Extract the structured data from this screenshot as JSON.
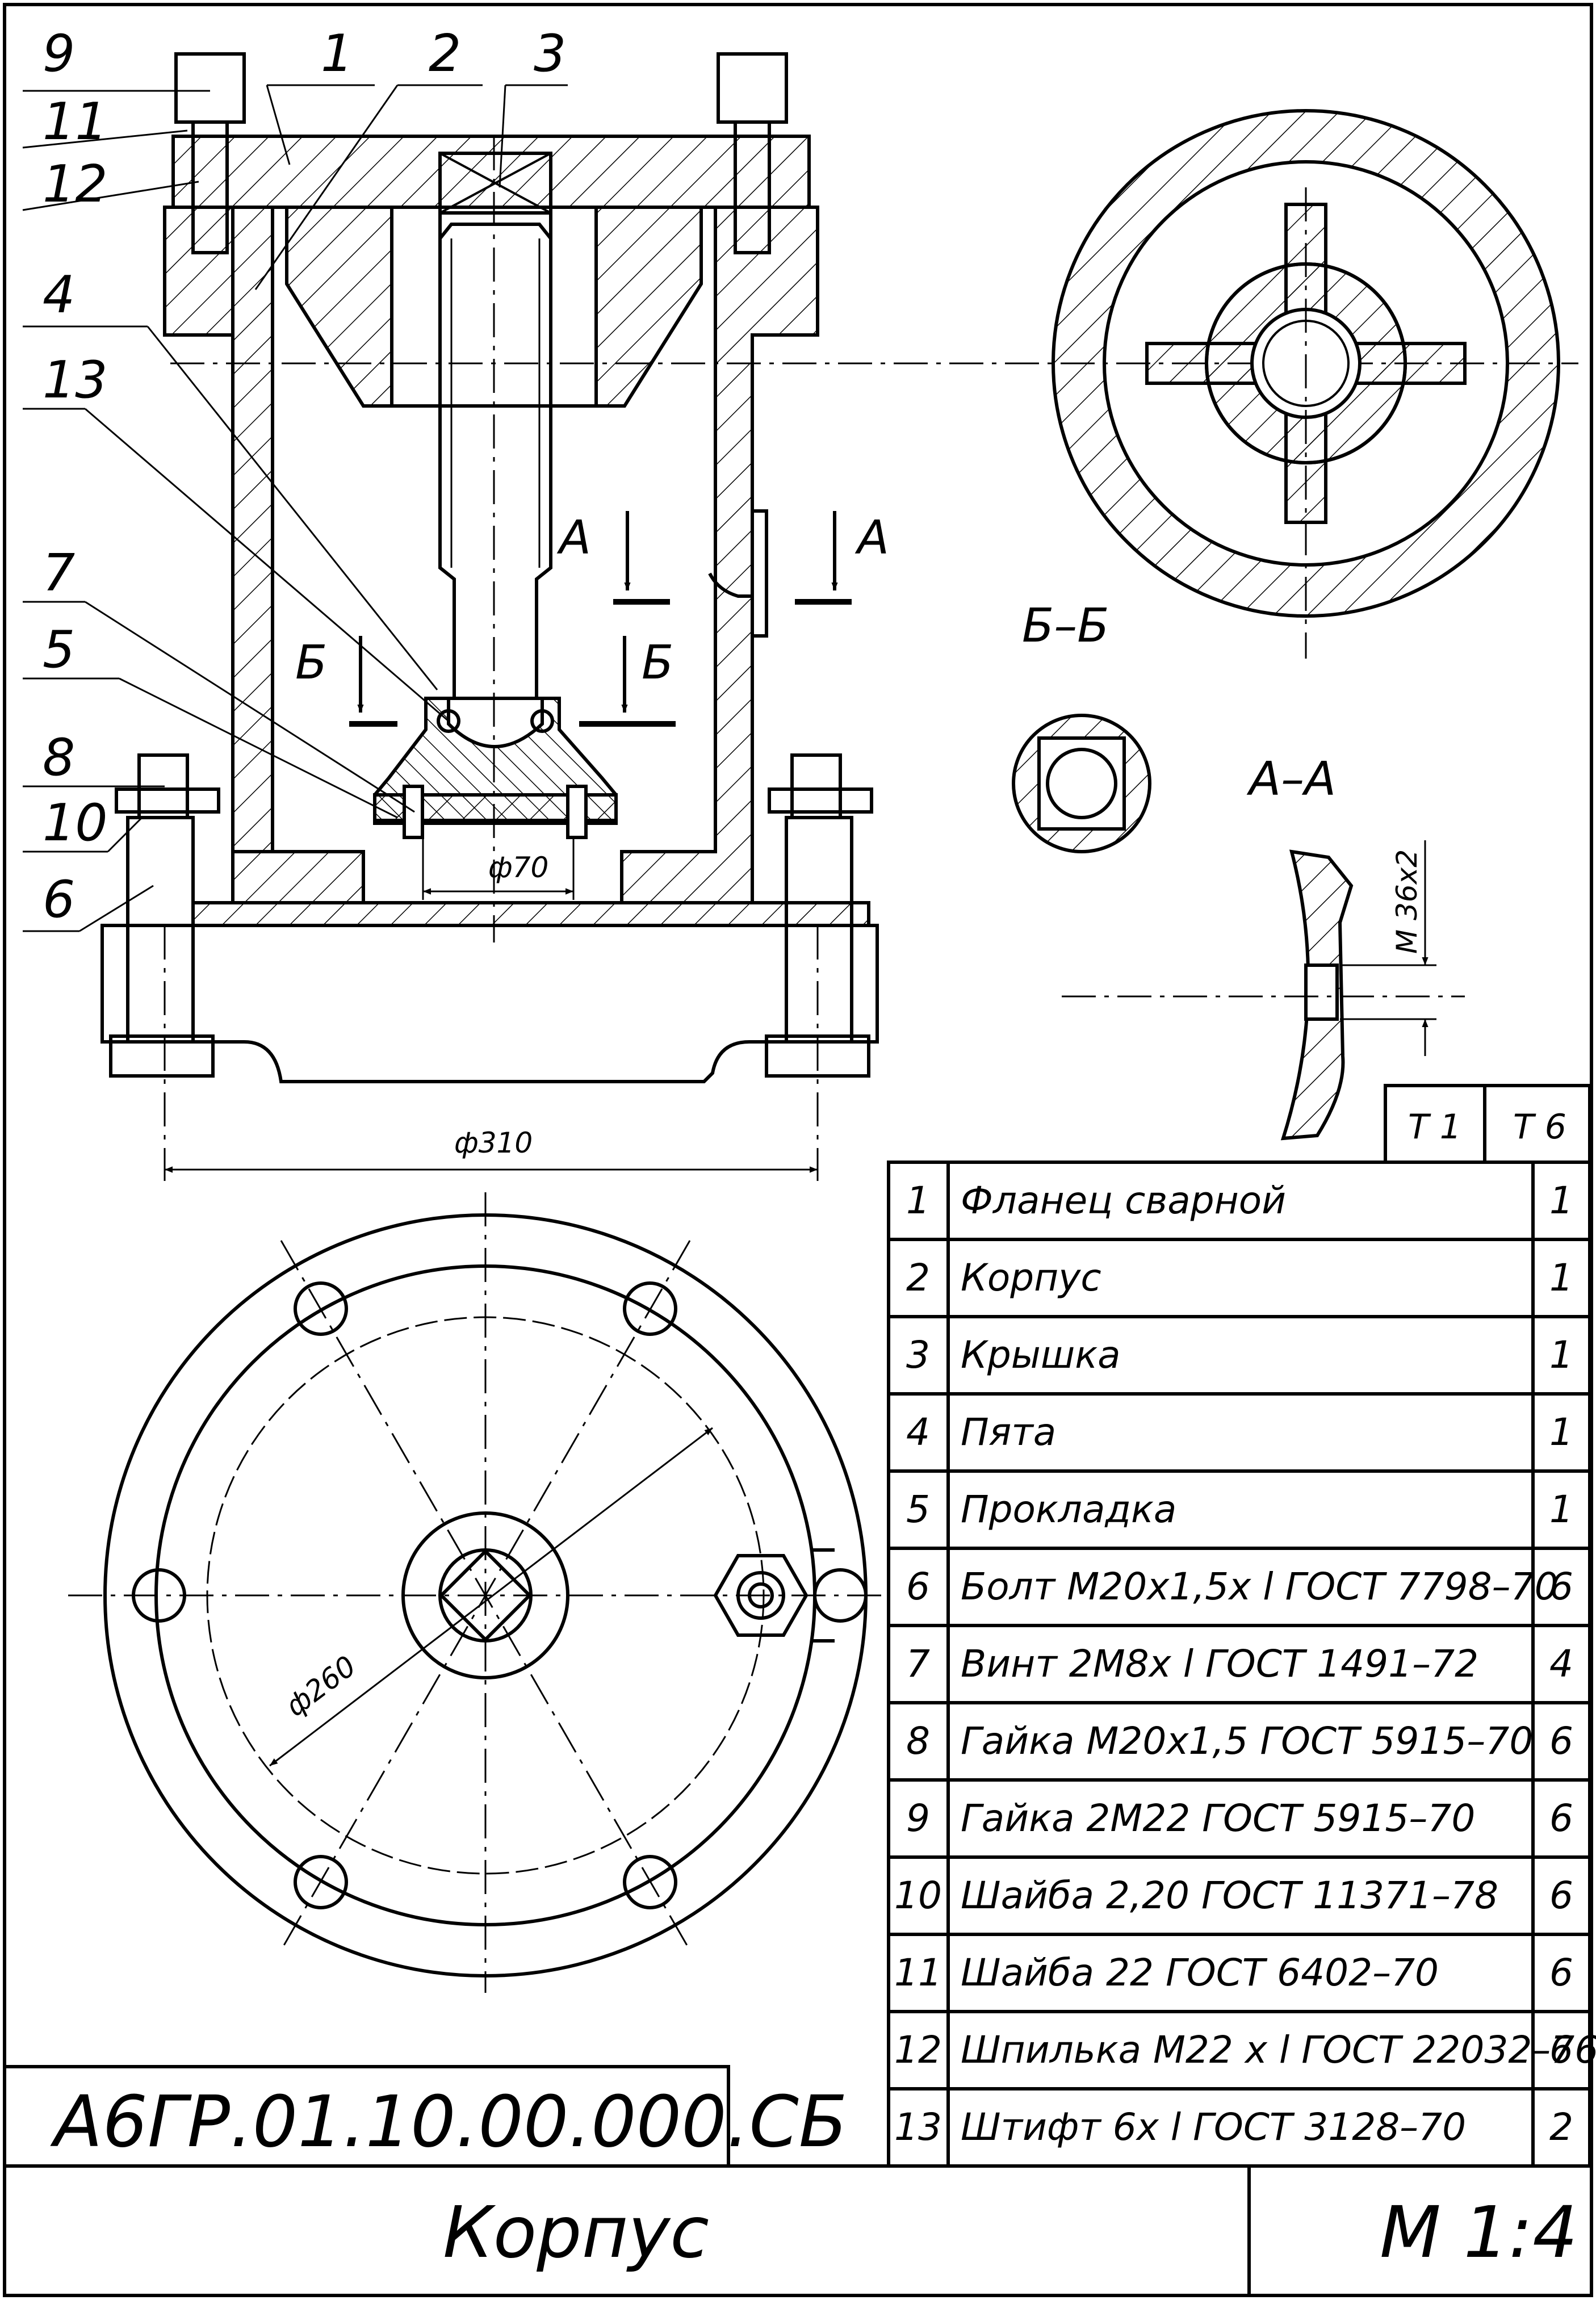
{
  "drawing": {
    "code": "А6ГР.01.10.00.000.СБ",
    "title": "Корпус",
    "scale": "М 1:4"
  },
  "leaders": [
    {
      "num": "9"
    },
    {
      "num": "1"
    },
    {
      "num": "2"
    },
    {
      "num": "3"
    },
    {
      "num": "11"
    },
    {
      "num": "12"
    },
    {
      "num": "4"
    },
    {
      "num": "13"
    },
    {
      "num": "7"
    },
    {
      "num": "5"
    },
    {
      "num": "8"
    },
    {
      "num": "10"
    },
    {
      "num": "6"
    }
  ],
  "section_marks": {
    "a": "А",
    "b": "Б",
    "bb_title": "Б–Б",
    "aa_title": "А–А"
  },
  "dimensions": {
    "d70": "ф70",
    "d310": "ф310",
    "d260": "ф260",
    "thread": "М 36х2"
  },
  "tags": [
    "Т 1",
    "Т 6"
  ],
  "parts": [
    {
      "pos": "1",
      "name": "Фланец сварной",
      "qty": "1"
    },
    {
      "pos": "2",
      "name": "Корпус",
      "qty": "1"
    },
    {
      "pos": "3",
      "name": "Крышка",
      "qty": "1"
    },
    {
      "pos": "4",
      "name": "Пята",
      "qty": "1"
    },
    {
      "pos": "5",
      "name": "Прокладка",
      "qty": "1"
    },
    {
      "pos": "6",
      "name": "Болт М20х1,5х l ГОСТ 7798–70",
      "qty": "6"
    },
    {
      "pos": "7",
      "name": "Винт 2М8х l ГОСТ 1491–72",
      "qty": "4"
    },
    {
      "pos": "8",
      "name": "Гайка М20х1,5 ГОСТ 5915–70",
      "qty": "6"
    },
    {
      "pos": "9",
      "name": "Гайка 2М22 ГОСТ 5915–70",
      "qty": "6"
    },
    {
      "pos": "10",
      "name": "Шайба 2,20 ГОСТ 11371–78",
      "qty": "6"
    },
    {
      "pos": "11",
      "name": "Шайба 22 ГОСТ 6402–70",
      "qty": "6"
    },
    {
      "pos": "12",
      "name": "Шпилька М22 х l ГОСТ 22032–76",
      "qty": "6"
    },
    {
      "pos": "13",
      "name": "Штифт 6х l ГОСТ 3128–70",
      "qty": "2"
    }
  ]
}
